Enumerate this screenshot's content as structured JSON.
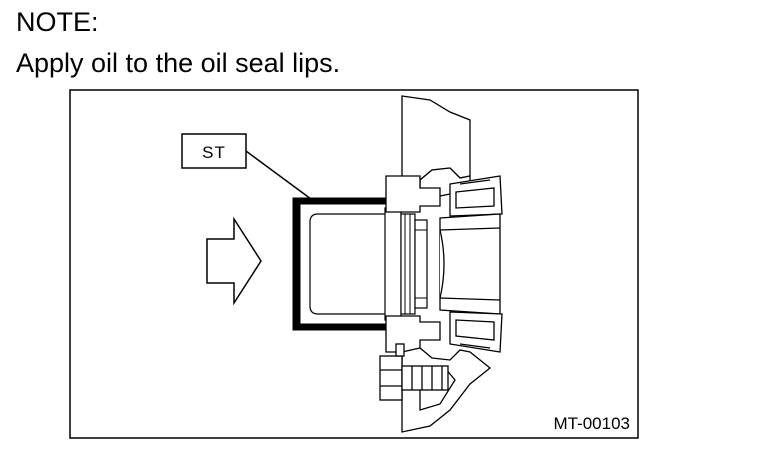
{
  "note": {
    "heading": "NOTE:",
    "body": "Apply oil to the oil seal lips."
  },
  "figure": {
    "tool_label": "ST",
    "figure_code": "MT-00103"
  }
}
